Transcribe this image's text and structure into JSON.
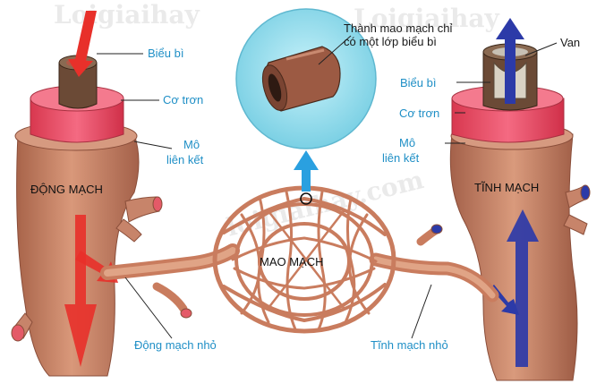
{
  "watermarks": [
    "Loigiaihay",
    "Loigiaihay",
    "loigiaihay.com"
  ],
  "labels": {
    "epidermis_left": "Biểu bì",
    "smooth_muscle_left": "Cơ trơn",
    "connective_left_1": "Mô",
    "connective_left_2": "liên kết",
    "artery": "ĐỘNG MẠCH",
    "capillary_wall_1": "Thành mao mạch chỉ",
    "capillary_wall_2": "có một lớp biểu bì",
    "valve": "Van",
    "epidermis_right": "Biểu bì",
    "smooth_muscle_right": "Cơ trơn",
    "connective_right_1": "Mô",
    "connective_right_2": "liên kết",
    "vein": "TĨNH MẠCH",
    "capillaries": "MAO MẠCH",
    "arteriole": "Động mạch nhỏ",
    "venule": "Tĩnh mạch nhỏ"
  },
  "colors": {
    "vessel": "#c8866a",
    "vessel_dark": "#9c5a43",
    "smooth_muscle": "#e8506a",
    "epidermis": "#5c4030",
    "artery_arrow": "#e8302a",
    "vein_arrow": "#2c3aa8",
    "callout_arrow": "#2aa0e0",
    "callout_bg": "#9fe0ee",
    "label": "#1f8fc6"
  }
}
